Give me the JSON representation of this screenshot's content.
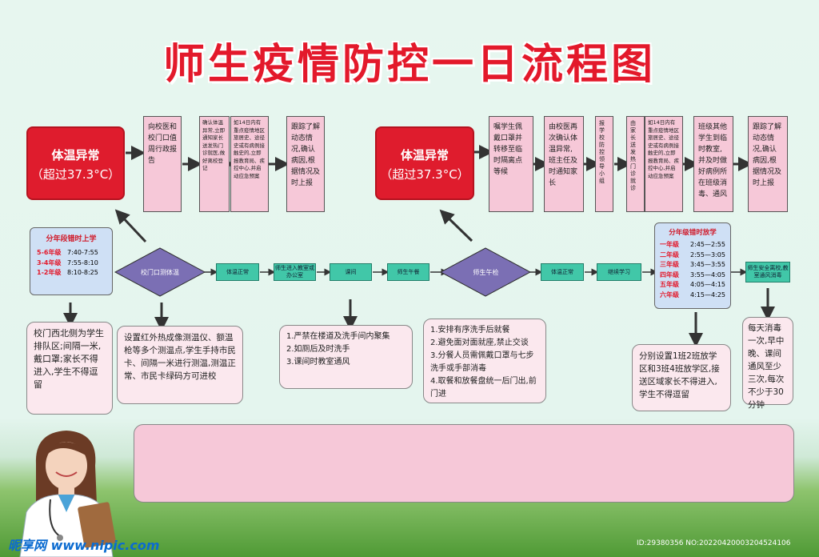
{
  "title": "师生疫情防控一日流程图",
  "colors": {
    "red": "#df1c2d",
    "pink": "#f6c8d8",
    "teal": "#41c7a8",
    "diamond": "#7b6fb4",
    "blue": "#cfe0f5"
  },
  "left": {
    "alert_line1": "体温异常",
    "alert_line2": "（超过37.3°C）",
    "steps": [
      "向校医和校门口值周行政报告",
      "确认体温异常,立即通知家长送发热门诊就医,做好离校登记",
      "如14日内有重点疫情地区旅居史、途径史或有病例接触史的,立即报教育局、疾控中心,并启动应急预案",
      "跟踪了解动态情况,确认病因,根据情况及时上报"
    ],
    "arrival": {
      "title": "分年段错时上学",
      "rows": [
        {
          "grade": "5-6年级",
          "time": "7:40-7:55"
        },
        {
          "grade": "3-4年级",
          "time": "7:55-8:10"
        },
        {
          "grade": "1-2年级",
          "time": "8:10-8:25"
        }
      ]
    },
    "gate_diamond": "校门口测体温",
    "flow": [
      "体温正常",
      "师生进入教室或办公室",
      "课间",
      "师生午餐"
    ],
    "note_queue": "校门西北侧为学生排队区;间隔一米,戴口罩;家长不得进入,学生不得逗留",
    "note_gate": "设置红外热成像测温仪、额温枪等多个测温点,学生手持市民卡、间隔一米进行测温,测温正常、市民卡绿码方可进校",
    "note_break": [
      "1.严禁在楼道及洗手间内聚集",
      "2.如厕后及时洗手",
      "3.课间时教室通风"
    ]
  },
  "right": {
    "alert_line1": "体温异常",
    "alert_line2": "（超过37.3°C）",
    "steps": [
      "嘱学生佩戴口罩并转移至临时隔离点等候",
      "由校医再次确认体温异常,班主任及时通知家长",
      "报学校防控领导小组",
      "由家长送发热门诊就诊",
      "如14日内有重点疫情地区旅居史、途径史或有病例接触史的,立即报教育局、疾控中心,并启动应急预案",
      "班级其他学生到临时教室,并及时做好病例所在班级消毒、通风",
      "跟踪了解动态情况,确认病因,根据情况及时上报"
    ],
    "noon_diamond": "师生午检",
    "flow": [
      "体温正常",
      "继续学习",
      "师生安全离校,教室通风消毒"
    ],
    "dismissal": {
      "title": "分年级错时放学",
      "rows": [
        {
          "grade": "一年级",
          "time": "2:45—2:55"
        },
        {
          "grade": "二年级",
          "time": "2:55—3:05"
        },
        {
          "grade": "三年级",
          "time": "3:45—3:55"
        },
        {
          "grade": "四年级",
          "time": "3:55—4:05"
        },
        {
          "grade": "五年级",
          "time": "4:05—4:15"
        },
        {
          "grade": "六年级",
          "time": "4:15—4:25"
        }
      ]
    },
    "note_lunch": [
      "1.安排有序洗手后就餐",
      "2.避免面对面就座,禁止交谈",
      "3.分餐人员需佩戴口罩与七步洗手或手部消毒",
      "4.取餐和放餐盘统一后门出,前门进"
    ],
    "note_dismiss": "分别设置1班2班放学区和3班4班放学区,接送区域家长不得进入,学生不得逗留",
    "note_disinfect": "每天消毒一次,早中晚、课间通风至少三次,每次不少于30分钟"
  },
  "watermark": {
    "logo": "昵享网 www.nipic.com",
    "id": "ID:29380356 NO:20220420003204524106"
  }
}
